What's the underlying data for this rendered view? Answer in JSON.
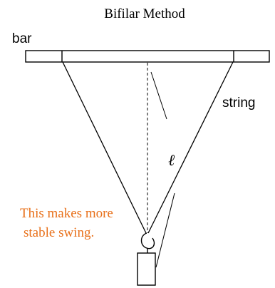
{
  "title": "Bifilar Method",
  "labels": {
    "bar": "bar",
    "string": "string",
    "length_symbol": "ℓ"
  },
  "note": {
    "line1": "This makes more",
    "line2": "stable swing.",
    "color": "#E8701A"
  },
  "colors": {
    "stroke": "#000000",
    "background": "#FFFFFF"
  }
}
